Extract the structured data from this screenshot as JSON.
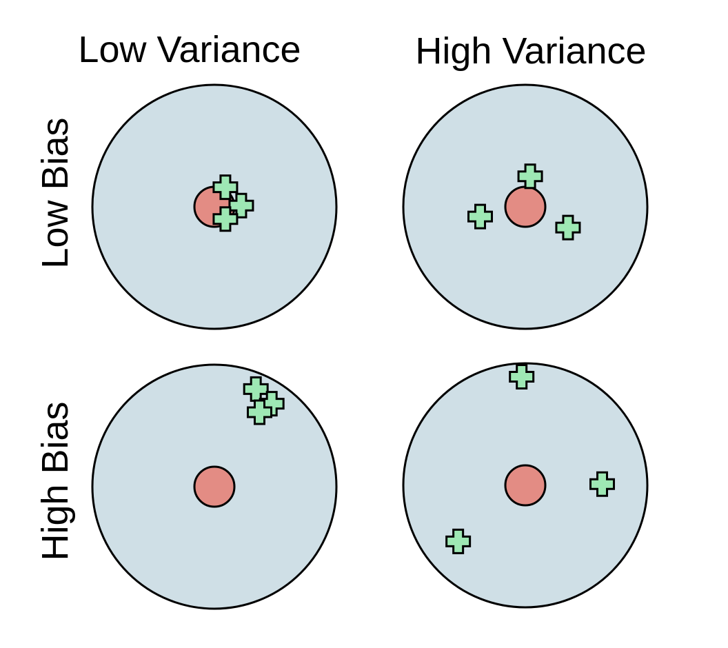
{
  "columns": [
    {
      "label": "Low Variance"
    },
    {
      "label": "High Variance"
    }
  ],
  "rows": [
    {
      "label": "Low Bias"
    },
    {
      "label": "High Bias"
    }
  ],
  "colors": {
    "target_fill": "#cfdfe6",
    "target_stroke": "#000000",
    "bullseye_fill": "#e38c84",
    "marker_fill": "#9ee8b4",
    "marker_stroke": "#000000",
    "background": "#ffffff"
  },
  "marker_shape": "plus-icon",
  "panels": [
    {
      "row": "Low Bias",
      "column": "Low Variance",
      "shots": [
        {
          "dx": 0.09,
          "dy": -0.16
        },
        {
          "dx": 0.22,
          "dy": -0.01
        },
        {
          "dx": 0.09,
          "dy": 0.1
        }
      ]
    },
    {
      "row": "Low Bias",
      "column": "High Variance",
      "shots": [
        {
          "dx": 0.04,
          "dy": -0.25
        },
        {
          "dx": -0.37,
          "dy": 0.08
        },
        {
          "dx": 0.35,
          "dy": 0.17
        }
      ]
    },
    {
      "row": "High Bias",
      "column": "Low Variance",
      "shots": [
        {
          "dx": 0.34,
          "dy": -0.8
        },
        {
          "dx": 0.47,
          "dy": -0.68
        },
        {
          "dx": 0.37,
          "dy": -0.61
        }
      ]
    },
    {
      "row": "High Bias",
      "column": "High Variance",
      "shots": [
        {
          "dx": -0.03,
          "dy": -0.89
        },
        {
          "dx": 0.63,
          "dy": -0.01
        },
        {
          "dx": -0.55,
          "dy": 0.46
        }
      ]
    }
  ]
}
